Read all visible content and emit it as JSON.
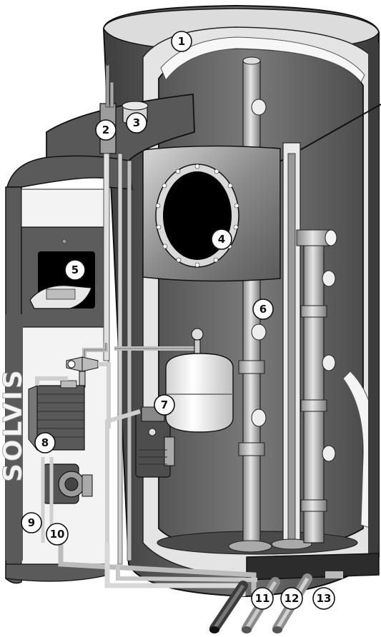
{
  "brand_text": "SOLVIS",
  "callouts": [
    "1",
    "2",
    "3",
    "4",
    "5",
    "6",
    "7",
    "8",
    "9",
    "10",
    "11",
    "12",
    "13"
  ],
  "colors": {
    "tank_outer": "#4a4a4a",
    "tank_inner": "#6a6a6a",
    "insulation": "#e2e2e2",
    "casing": "#5c5c5c",
    "panel_light": "#f2f2f2",
    "pipe": "#cfcfcf",
    "black": "#000000"
  },
  "icons": {
    "display": "control-display-icon",
    "valve": "mixing-valve-icon",
    "pump": "pump-icon",
    "vessel": "expansion-vessel-icon"
  }
}
